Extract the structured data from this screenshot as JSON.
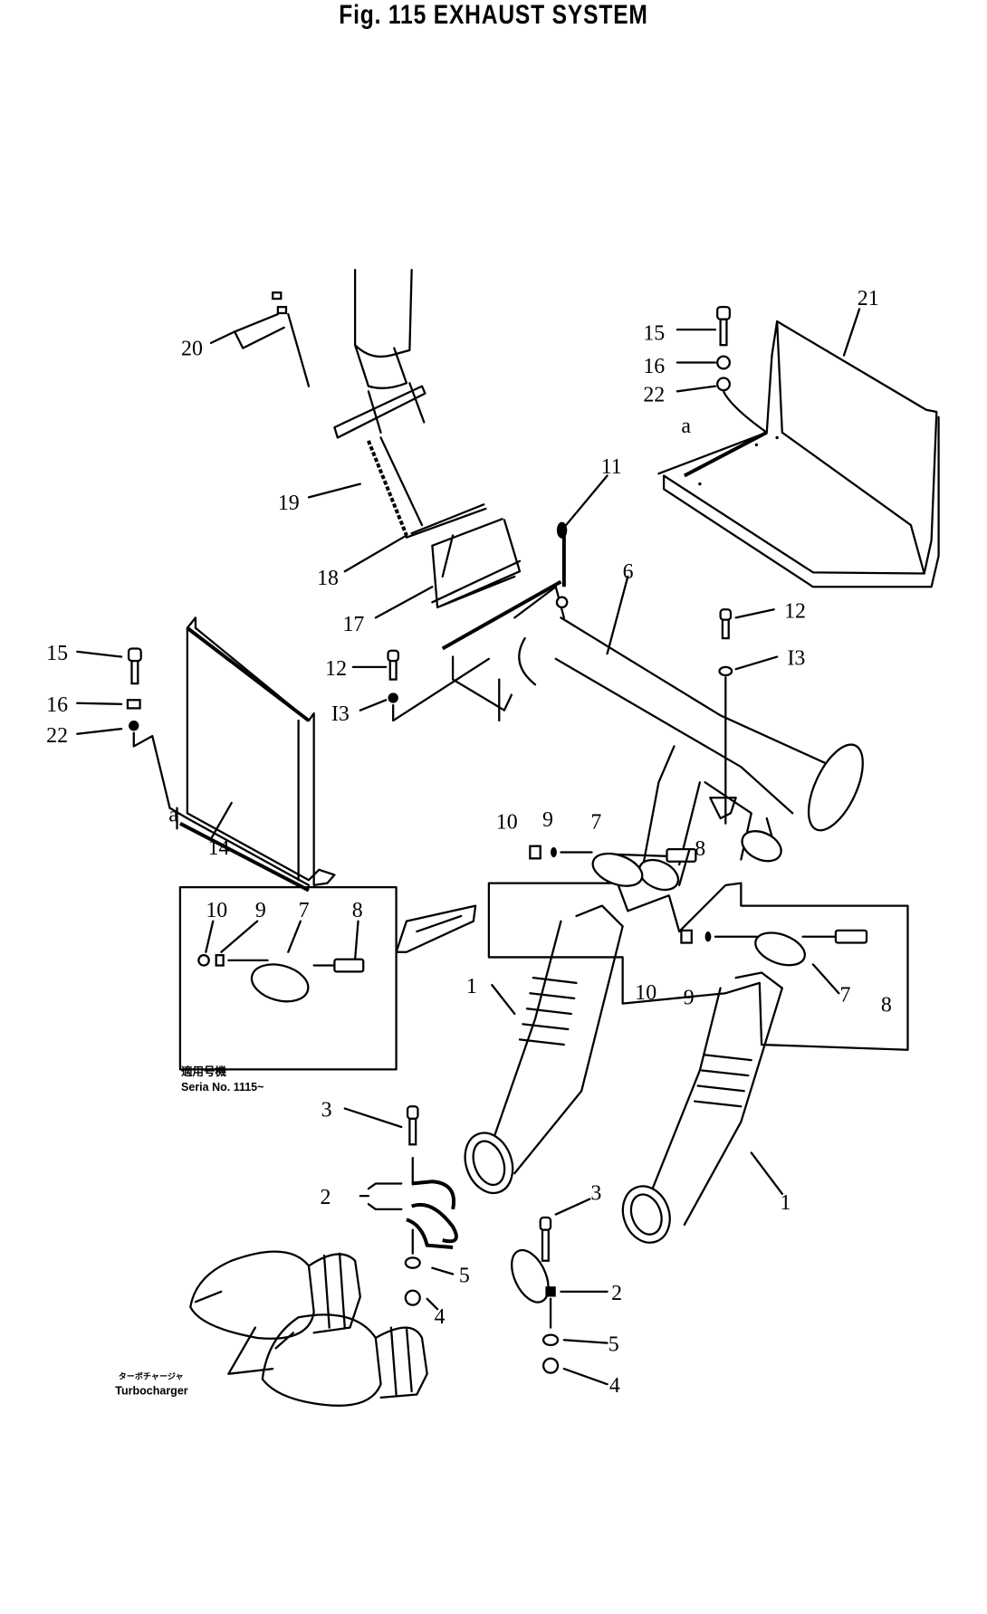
{
  "title": "Fig. 115   EXHAUST SYSTEM",
  "callouts": {
    "p20": "20",
    "p19": "19",
    "p18": "18",
    "p17": "17",
    "p11": "11",
    "p6": "6",
    "p21": "21",
    "p15_r": "15",
    "p16_r": "16",
    "p22_r": "22",
    "a_r": "a",
    "p15_l": "15",
    "p16_l": "16",
    "p22_l": "22",
    "a_l": "a",
    "p14": "14",
    "p12_l": "12",
    "p13_l": "I3",
    "p12_r": "12",
    "p13_r": "I3",
    "box_a": {
      "p10": "10",
      "p9": "9",
      "p7": "7",
      "p8": "8"
    },
    "box_b": {
      "p10": "10",
      "p9": "9",
      "p7": "7",
      "p8": "8"
    },
    "box_c": {
      "p10": "10",
      "p9": "9",
      "p7": "7",
      "p8": "8"
    },
    "p1_l": "1",
    "p1_r": "1",
    "p3_l": "3",
    "p2_l": "2",
    "p3_r": "3",
    "p2_r": "2",
    "p5_l": "5",
    "p4_l": "4",
    "p5_r": "5",
    "p4_r": "4"
  },
  "notes": {
    "serial_jp": "適用号機",
    "serial": "Seria No. 1115~",
    "turbo_jp": "ターボチャージャ",
    "turbo": "Turbocharger"
  }
}
